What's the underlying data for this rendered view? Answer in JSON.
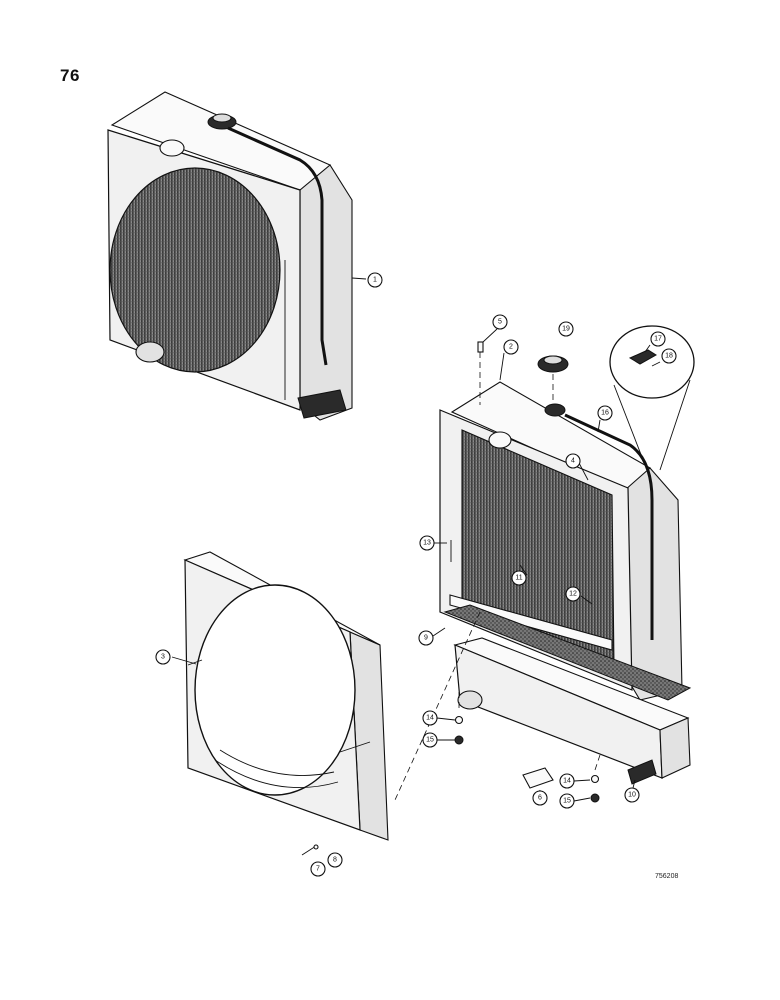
{
  "page_number": "76",
  "figure_code": "756208",
  "callouts": [
    "1",
    "2",
    "3",
    "4",
    "5",
    "6",
    "7",
    "8",
    "9",
    "10",
    "11",
    "12",
    "13",
    "14",
    "15",
    "16",
    "17",
    "18",
    "19",
    "14",
    "15"
  ]
}
